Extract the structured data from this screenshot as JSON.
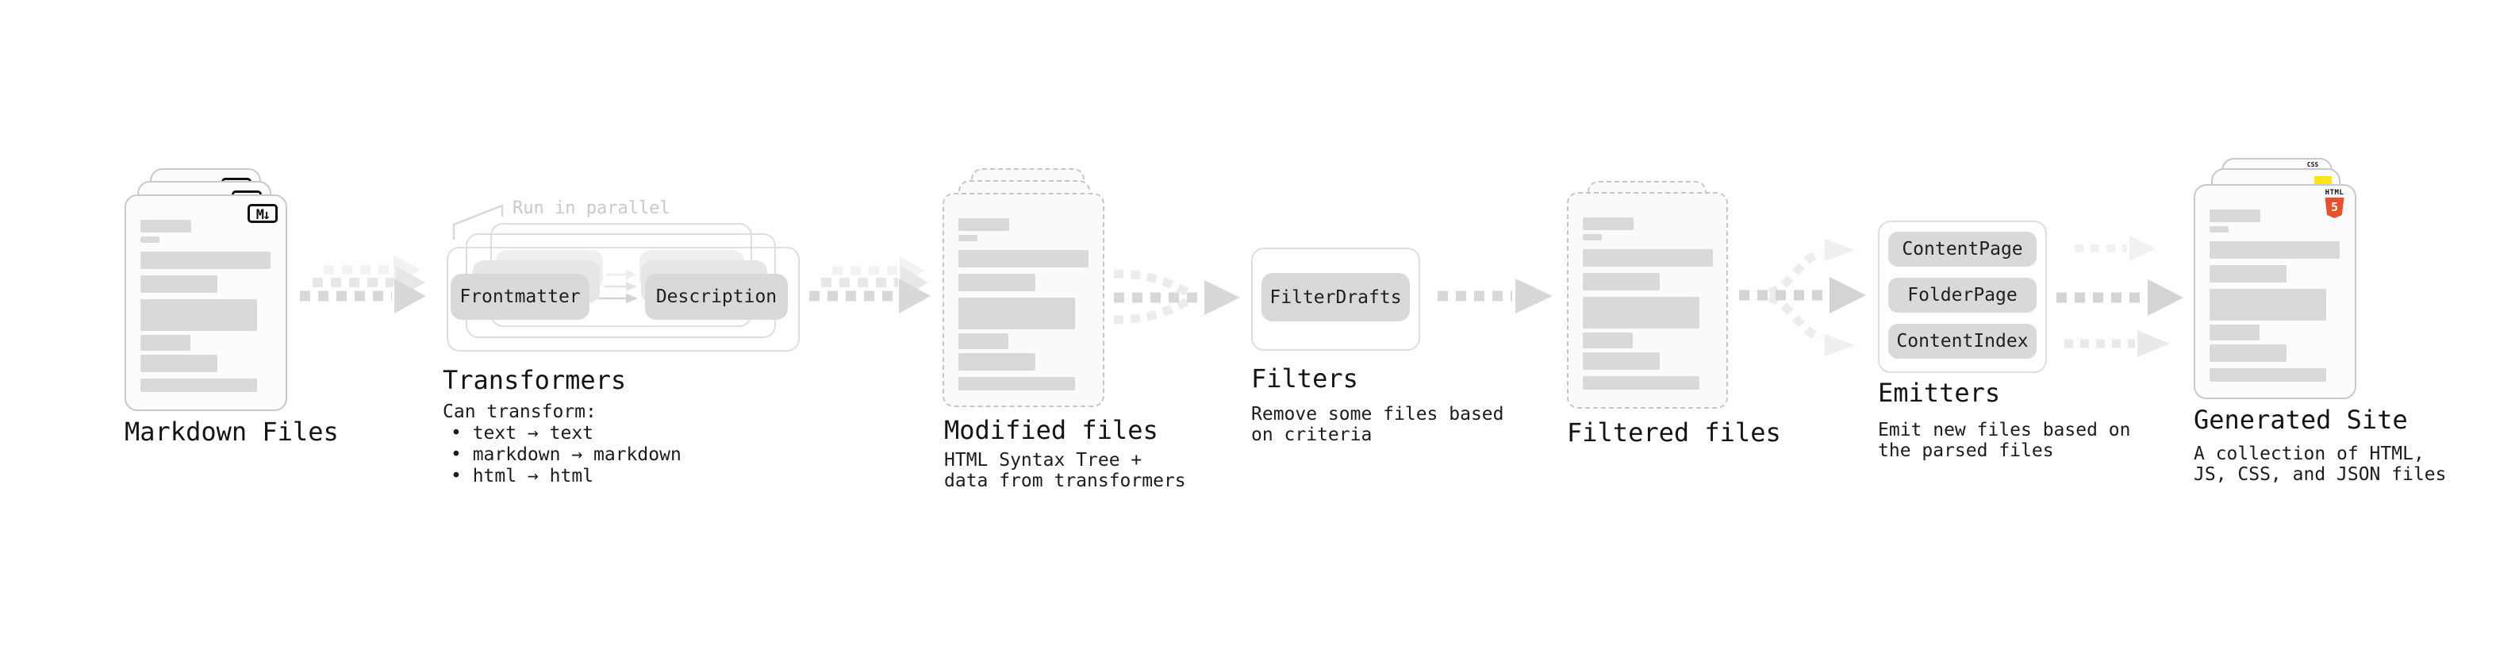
{
  "diagram": {
    "stages": {
      "markdown": {
        "label": "Markdown Files",
        "badge": "M↓"
      },
      "transformers": {
        "label": "Transformers",
        "note": "Run in parallel",
        "pill_frontmatter": "Frontmatter",
        "pill_description": "Description",
        "desc_title": "Can transform:",
        "bullets": [
          "• text → text",
          "• markdown → markdown",
          "• html → html"
        ]
      },
      "modified": {
        "label": "Modified files",
        "desc": "HTML Syntax Tree +\ndata from transformers"
      },
      "filters": {
        "label": "Filters",
        "pill": "FilterDrafts",
        "desc": "Remove some files based\non criteria"
      },
      "filtered": {
        "label": "Filtered files"
      },
      "emitters": {
        "label": "Emitters",
        "pills": [
          "ContentPage",
          "FolderPage",
          "ContentIndex"
        ],
        "desc": "Emit new files based on\nthe parsed files"
      },
      "generated": {
        "label": "Generated Site",
        "desc": "A collection of HTML,\nJS, CSS, and JSON files",
        "badge_html": "HTML",
        "badge_html_number": "5",
        "badge_css": "CSS"
      }
    },
    "colors": {
      "html5_orange": "#e8502b",
      "js_yellow": "#ffe31a",
      "css_blue": "#2c6fe8",
      "bar_gray": "#d9d9d9",
      "arrow_gray": "#d6d6d6"
    }
  }
}
